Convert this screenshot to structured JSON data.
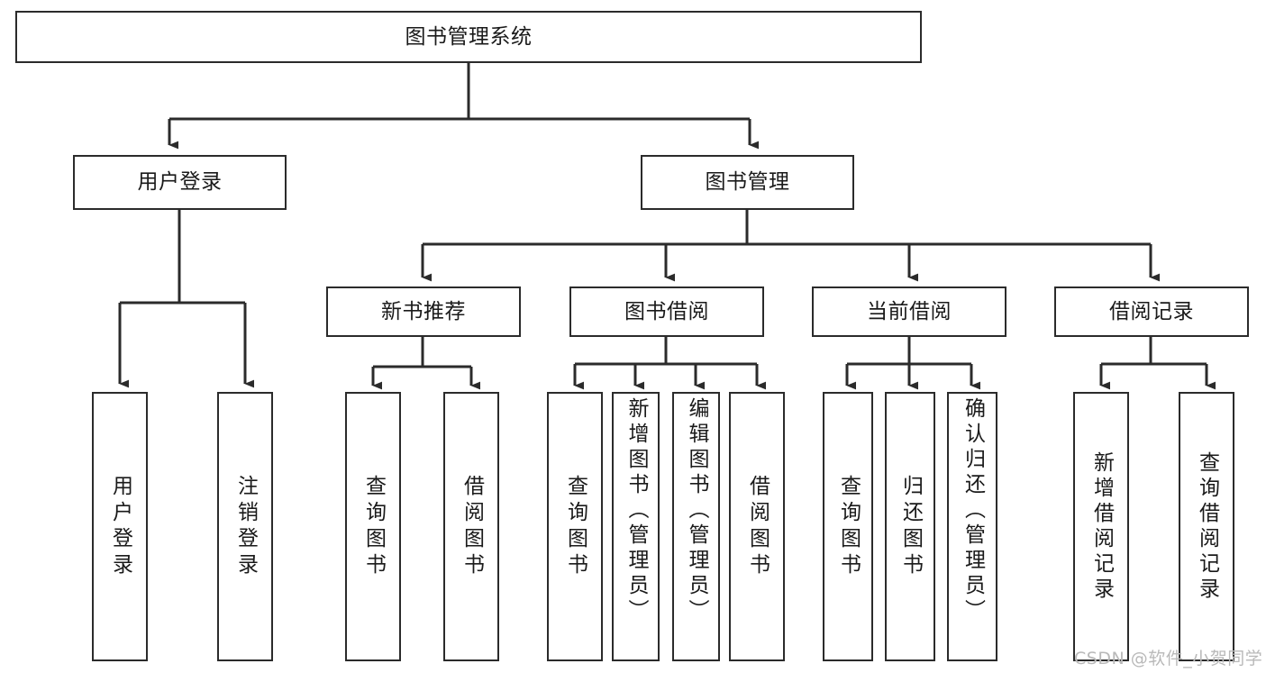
{
  "diagram": {
    "type": "hierarchy-tree",
    "title": "图书管理系统",
    "levels": 4,
    "nodes": {
      "root": {
        "label": "图书管理系统"
      },
      "l2_user_login": {
        "label": "用户登录"
      },
      "l2_book_mgmt": {
        "label": "图书管理"
      },
      "l3_new_book_rec": {
        "label": "新书推荐"
      },
      "l3_book_borrow": {
        "label": "图书借阅"
      },
      "l3_current_borrow": {
        "label": "当前借阅"
      },
      "l3_borrow_record": {
        "label": "借阅记录"
      },
      "l4_user_login": {
        "label": "用户登录"
      },
      "l4_logout": {
        "label": "注销登录"
      },
      "l4_query_book_a": {
        "label": "查询图书"
      },
      "l4_borrow_book_a": {
        "label": "借阅图书"
      },
      "l4_query_book_b": {
        "label": "查询图书"
      },
      "l4_add_book": {
        "label": "新增图书（管理员）"
      },
      "l4_edit_book": {
        "label": "编辑图书（管理员）"
      },
      "l4_borrow_book_b": {
        "label": "借阅图书"
      },
      "l4_query_book_c": {
        "label": "查询图书"
      },
      "l4_return_book": {
        "label": "归还图书"
      },
      "l4_confirm_return": {
        "label": "确认归还（管理员）"
      },
      "l4_add_record": {
        "label": "新增借阅记录"
      },
      "l4_query_record": {
        "label": "查询借阅记录"
      }
    },
    "edges": [
      {
        "from": "root",
        "to": "l2_user_login"
      },
      {
        "from": "root",
        "to": "l2_book_mgmt"
      },
      {
        "from": "l2_user_login",
        "to": "l4_user_login"
      },
      {
        "from": "l2_user_login",
        "to": "l4_logout"
      },
      {
        "from": "l2_book_mgmt",
        "to": "l3_new_book_rec"
      },
      {
        "from": "l2_book_mgmt",
        "to": "l3_book_borrow"
      },
      {
        "from": "l2_book_mgmt",
        "to": "l3_current_borrow"
      },
      {
        "from": "l2_book_mgmt",
        "to": "l3_borrow_record"
      },
      {
        "from": "l3_new_book_rec",
        "to": "l4_query_book_a"
      },
      {
        "from": "l3_new_book_rec",
        "to": "l4_borrow_book_a"
      },
      {
        "from": "l3_book_borrow",
        "to": "l4_query_book_b"
      },
      {
        "from": "l3_book_borrow",
        "to": "l4_add_book"
      },
      {
        "from": "l3_book_borrow",
        "to": "l4_edit_book"
      },
      {
        "from": "l3_book_borrow",
        "to": "l4_borrow_book_b"
      },
      {
        "from": "l3_current_borrow",
        "to": "l4_query_book_c"
      },
      {
        "from": "l3_current_borrow",
        "to": "l4_return_book"
      },
      {
        "from": "l3_current_borrow",
        "to": "l4_confirm_return"
      },
      {
        "from": "l3_borrow_record",
        "to": "l4_add_record"
      },
      {
        "from": "l3_borrow_record",
        "to": "l4_query_record"
      }
    ],
    "colors": {
      "background": "#ffffff",
      "box_border": "#2b2b2b",
      "box_fill": "#ffffff",
      "text": "#1a1a1a",
      "edge": "#2b2b2b",
      "watermark": "#b9b9b9"
    }
  },
  "watermark": {
    "text": "CSDN @软件_小贺同学"
  }
}
